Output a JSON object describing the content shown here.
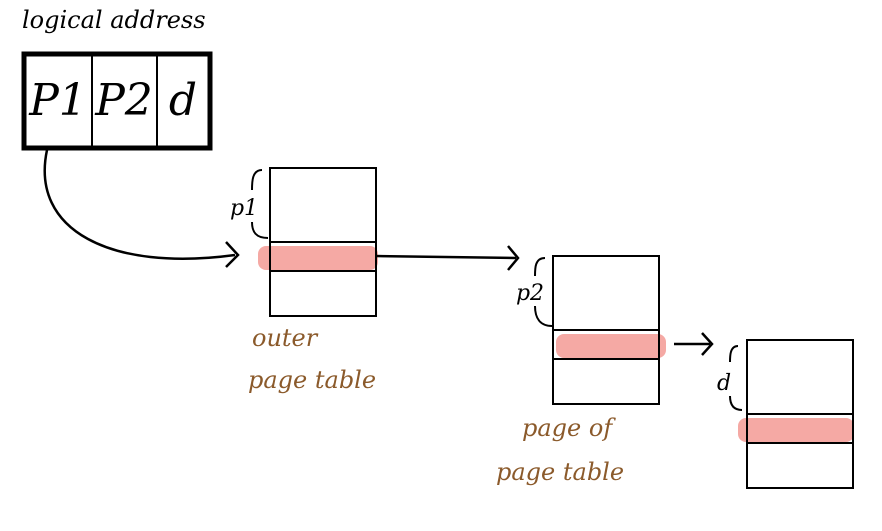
{
  "logical_address": {
    "title": "logical address",
    "fields": [
      "P1",
      "P2",
      "d"
    ]
  },
  "outer_table": {
    "offset_label": "p1",
    "caption_line1": "outer",
    "caption_line2": "page table"
  },
  "inner_table": {
    "offset_label": "p2",
    "caption_line1": "page of",
    "caption_line2": "page table"
  },
  "page": {
    "offset_label": "d"
  },
  "colors": {
    "ink": "#000000",
    "highlight": "#f4a09a",
    "caption": "#8b5a2b"
  }
}
